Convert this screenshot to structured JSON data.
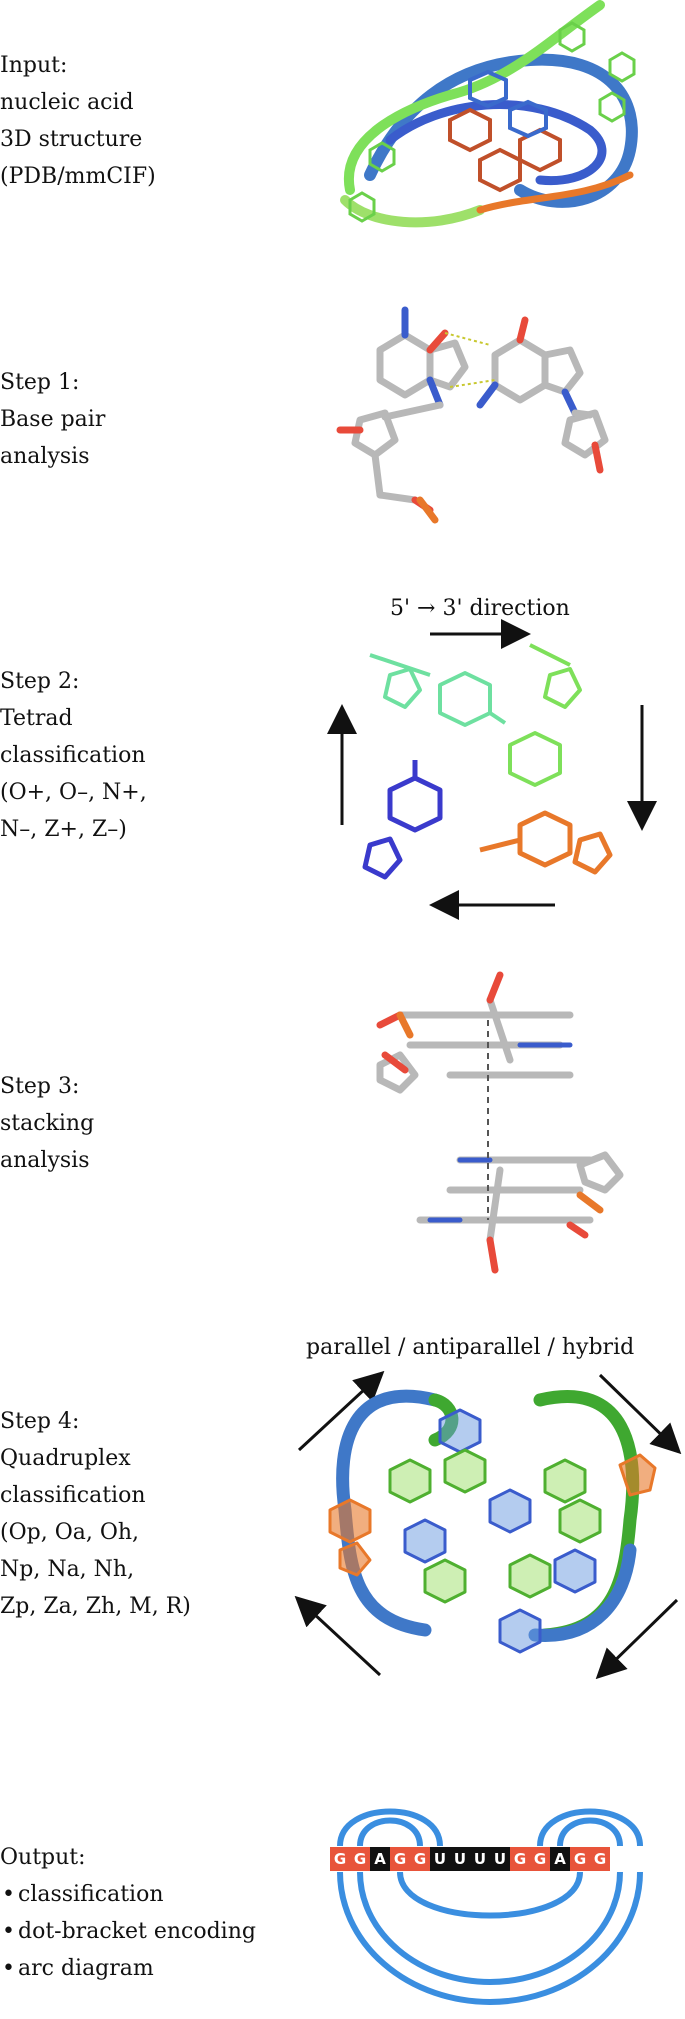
{
  "steps": [
    {
      "lines": [
        "Input:",
        "nucleic acid",
        "3D structure",
        "(PDB/mmCIF)"
      ]
    },
    {
      "lines": [
        "Step 1:",
        "Base pair",
        "analysis"
      ]
    },
    {
      "lines": [
        "Step 2:",
        "Tetrad",
        "classification",
        "(O+, O–, N+,",
        "N–, Z+, Z–)"
      ]
    },
    {
      "lines": [
        "Step 3:",
        "stacking",
        "analysis"
      ]
    },
    {
      "lines": [
        "Step 4:",
        "Quadruplex",
        "classification",
        "(Op, Oa, Oh,",
        "Np, Na, Nh,",
        "Zp, Za,  Zh, M, R)"
      ]
    }
  ],
  "output": {
    "title": "Output:",
    "items": [
      "classification",
      "dot-bracket encoding",
      "arc diagram"
    ]
  },
  "annotations": {
    "direction": "5' → 3' direction",
    "topology": "parallel / antiparallel / hybrid"
  },
  "sequence": [
    "G",
    "G",
    "A",
    "G",
    "G",
    "U",
    "U",
    "U",
    "U",
    "G",
    "G",
    "A",
    "G",
    "G"
  ],
  "colors": {
    "guanine_box": "#e8543a",
    "other_box": "#111111",
    "arc": "#3a8ee0",
    "blue": "#3a5ccc",
    "green": "#7ee05a",
    "orange": "#e8782a",
    "teal": "#6ee0a0",
    "backbone_blue": "#3f78c8",
    "backbone_green": "#3fa830"
  }
}
